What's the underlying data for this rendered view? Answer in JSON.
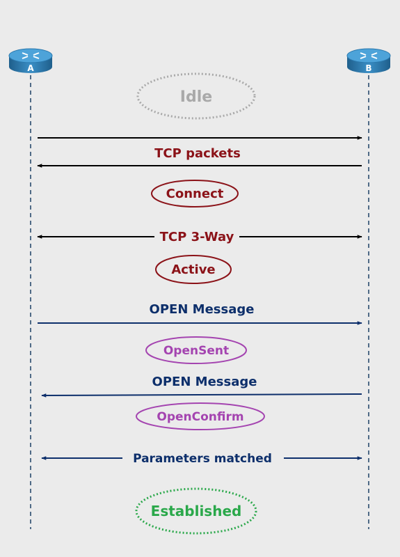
{
  "routers": {
    "a": {
      "label": "A"
    },
    "b": {
      "label": "B"
    }
  },
  "states": {
    "idle": "Idle",
    "connect": "Connect",
    "active": "Active",
    "opensent": "OpenSent",
    "openconfirm": "OpenConfirm",
    "established": "Established"
  },
  "messages": {
    "tcp_packets": "TCP packets",
    "tcp_3way": "TCP 3-Way",
    "open_message_1": "OPEN Message",
    "open_message_2": "OPEN Message",
    "parameters_matched": "Parameters matched"
  },
  "colors": {
    "background": "#ebebeb",
    "router_body": "#2e7fb4",
    "lifeline": "#4f6a86",
    "black_arrow": "#000000",
    "navy": "#0d2f6b",
    "dark_red": "#8b1218",
    "purple": "#a444b0",
    "gray": "#a9a9a9",
    "green": "#2aa84a"
  }
}
